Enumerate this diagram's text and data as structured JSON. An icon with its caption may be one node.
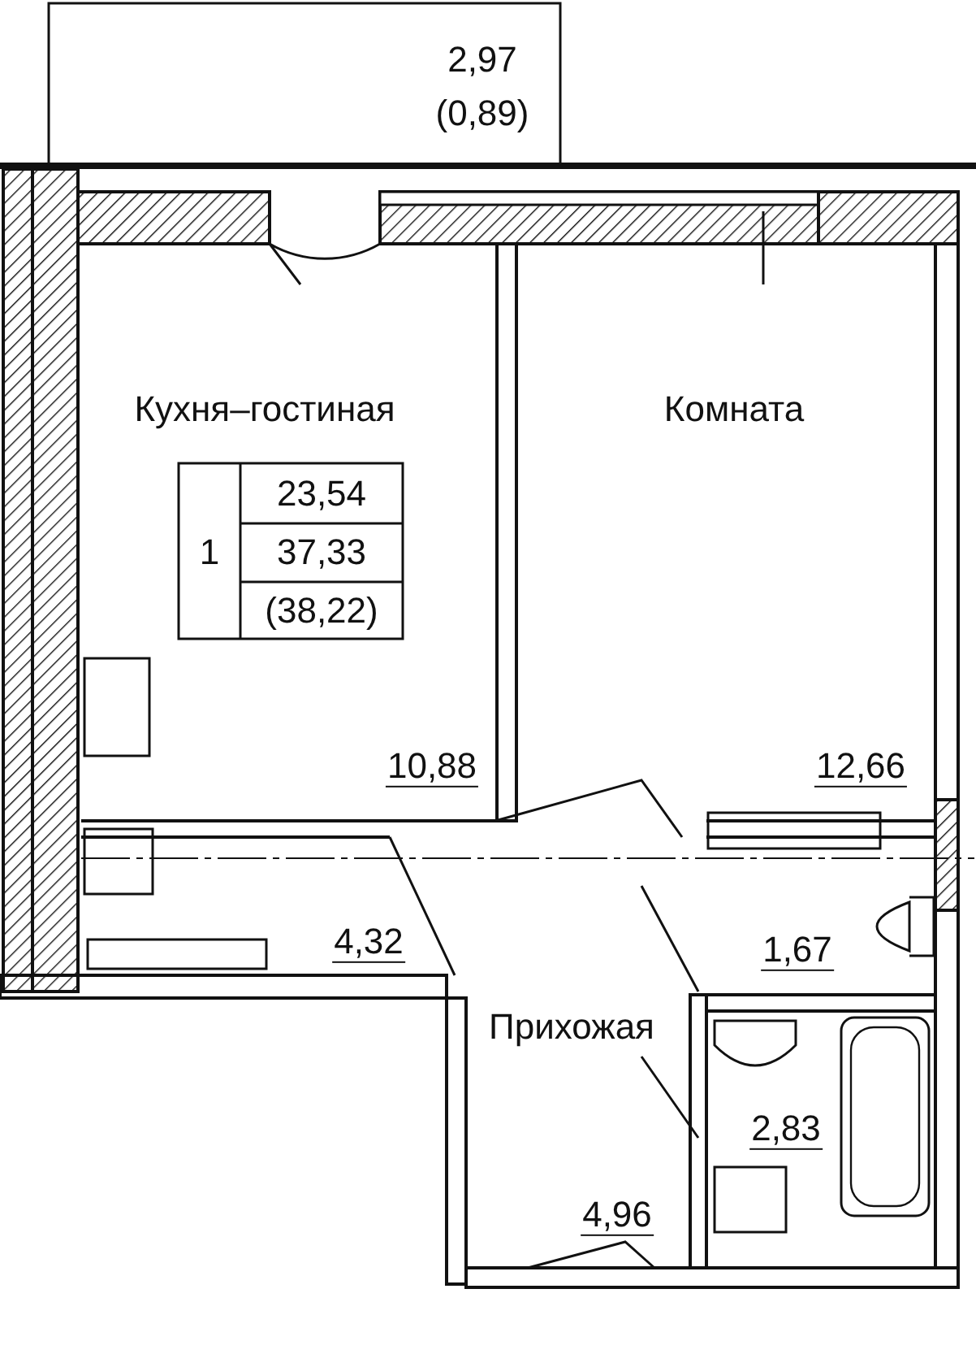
{
  "diagram": {
    "labels": [
      "2,97",
      "(0,89)",
      "Кухня–гостиная",
      "Комната",
      "1",
      "23,54",
      "37,33",
      "(38,22)",
      "10,88",
      "12,66",
      "4,32",
      "1,67",
      "Прихожая",
      "2,83",
      "4,96"
    ]
  }
}
